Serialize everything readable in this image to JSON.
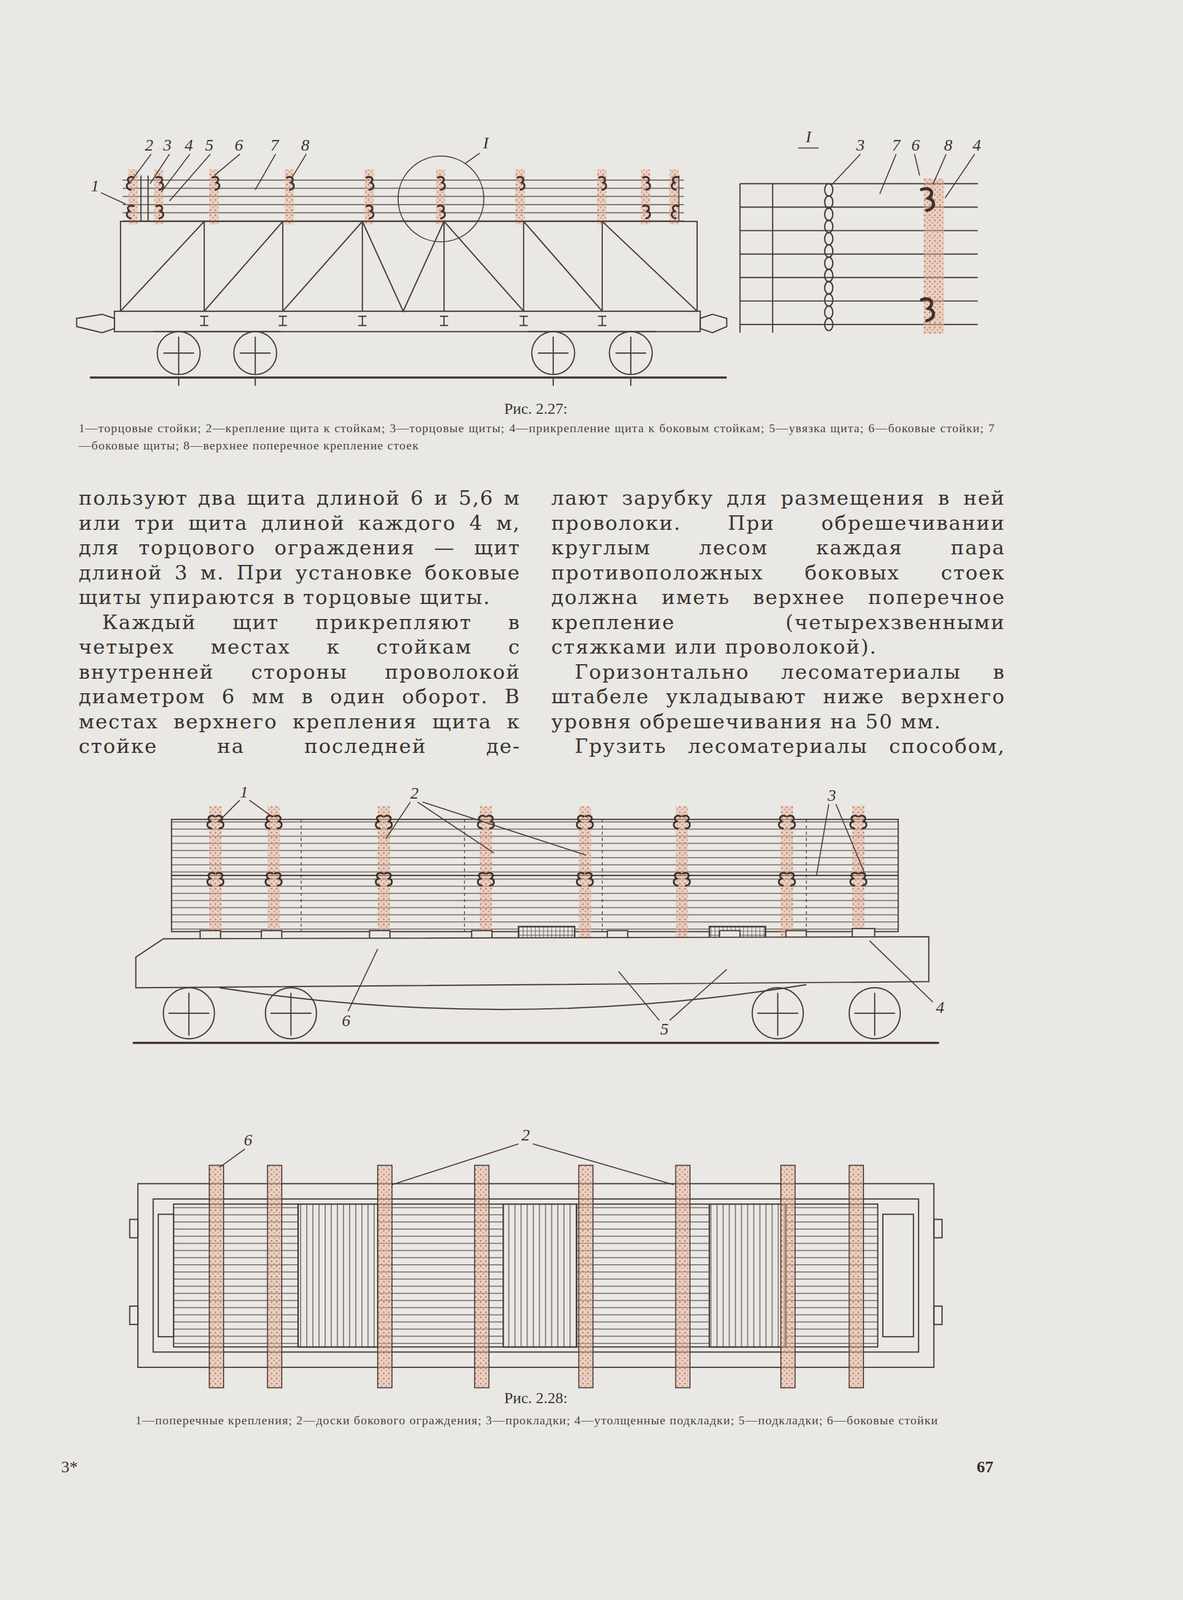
{
  "diagram": {
    "labels": [
      "1",
      "2",
      "3",
      "4",
      "5",
      "6",
      "7",
      "8",
      "I",
      "I",
      "3",
      "7",
      "6",
      "8",
      "4",
      "Рис. 2.27:",
      "1—торцовые стойки; 2—крепление щита к стойкам; 3—торцовые щиты; 4—прикрепление щита к боковым стойкам; 5—увязка щита; 6—боковые стойки; 7—боковые щиты; 8—верхнее поперечное крепление стоек",
      "пользуют два щита длиной 6 и 5,6 м или три щита длиной каждого 4 м, для торцового ограждения — щит длиной 3 м. При установке боковые щиты упираются в торцовые щиты.",
      "Каждый щит прикрепляют в четырех местах к стойкам с внутренней стороны проволокой диаметром 6 мм в один оборот. В местах верхнего крепления щита к стойке на последней де-",
      "лают зарубку для размещения в ней проволоки. При обрешечивании круглым лесом каждая пара противоположных боковых стоек должна иметь верхнее поперечное крепление (четырехзвенными стяжками или проволокой).",
      "Горизонтально лесоматериалы в штабеле укладывают ниже верхнего уровня обрешечивания на 50 мм.",
      "Грузить лесоматериалы способом,",
      "1",
      "2",
      "3",
      "6",
      "5",
      "4",
      "6",
      "2",
      "Рис. 2.28:",
      "1—поперечные крепления; 2—доски бокового ограждения; 3—прокладки; 4—утолщенные подкладки; 5—подкладки; 6—боковые стойки",
      "3*",
      "67"
    ]
  }
}
